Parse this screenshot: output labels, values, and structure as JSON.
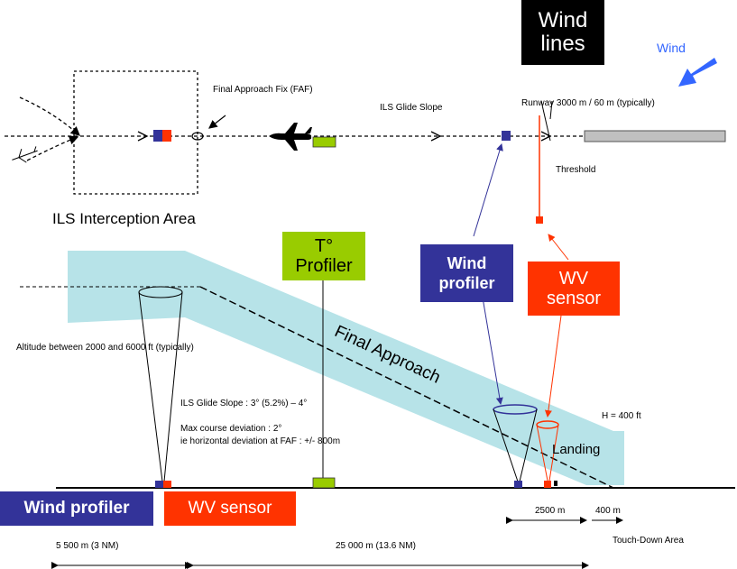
{
  "labels": {
    "wind_lines": [
      "Wind",
      "lines"
    ],
    "wind": "Wind",
    "faf": "Final Approach Fix (FAF)",
    "ils_glide_slope_top": "ILS Glide Slope",
    "runway": "Runway 3000 m / 60 m (typically)",
    "threshold": "Threshold",
    "ils_interception_area": "ILS Interception Area",
    "t_profiler": [
      "T°",
      "Profiler"
    ],
    "wind_profiler_box": [
      "Wind",
      "profiler"
    ],
    "wv_sensor_box": [
      "WV",
      "sensor"
    ],
    "final_approach": "Final Approach",
    "altitude": "Altitude between 2000 and 6000 ft (typically)",
    "glide_slope_angle": "ILS Glide Slope : 3° (5.2%) – 4°",
    "max_course_dev_1": "Max course deviation : 2°",
    "max_course_dev_2": "ie horizontal deviation at FAF : +/- 800m",
    "h400": "H = 400 ft",
    "landing": "Landing",
    "wind_profiler_legend": "Wind profiler",
    "wv_sensor_legend": "WV sensor",
    "dist_2500": "2500 m",
    "dist_400": "400 m",
    "touchdown": "Touch-Down Area",
    "dist_5500": "5 500 m (3 NM)",
    "dist_25000": "25 000 m (13.6 NM)"
  },
  "colors": {
    "wind_profiler": "#333399",
    "wv_sensor": "#ff3300",
    "t_profiler": "#99cc00",
    "approach_band": "#b7e3e8",
    "wind_arrow": "#3366ff",
    "runway": "#c0c0c0"
  }
}
